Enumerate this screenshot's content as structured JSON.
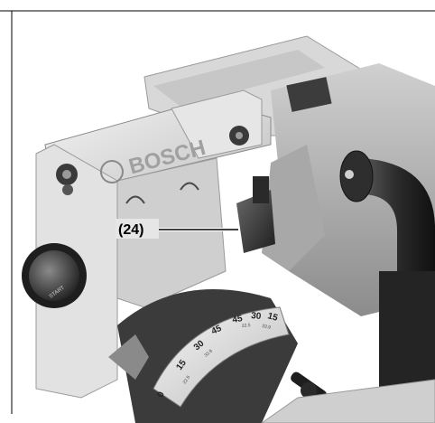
{
  "figure": {
    "callout_label": "(24)",
    "logo_text": "BOSCH",
    "knob_text": "START",
    "scale_labels": [
      "0",
      "15",
      "30",
      "45",
      "45",
      "30",
      "15"
    ],
    "scale_small_labels": [
      "22.5",
      "33.9",
      "22.5",
      "33.9"
    ]
  },
  "colors": {
    "background": "#ffffff",
    "metal_dark": "#3a3a3a",
    "plastic_light": "#d9d9d9",
    "scale_face": "#f2f2f2",
    "label_bg": "#e6e6e6"
  }
}
